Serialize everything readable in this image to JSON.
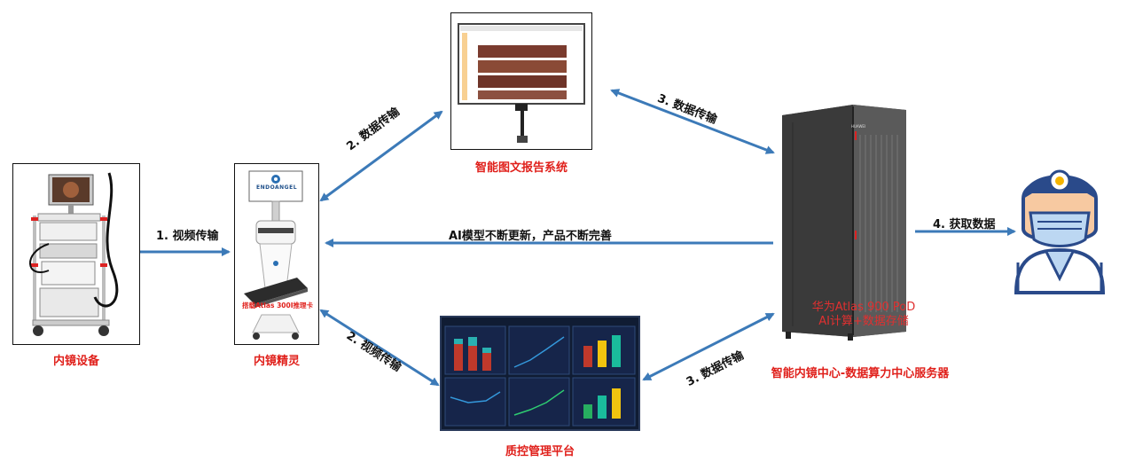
{
  "nodes": {
    "endoscope_device": {
      "caption": "内镜设备"
    },
    "endoscope_sprite": {
      "caption": "内镜精灵",
      "logo_text": "ENDOANGEL",
      "card_label": "搭载Atlas 300I推理卡"
    },
    "report_system": {
      "caption": "智能图文报告系统"
    },
    "qc_platform": {
      "caption": "质控管理平台"
    },
    "server": {
      "caption": "智能内镜中心-数据算力中心服务器",
      "overlay_line1": "华为Atlas 900 PoD",
      "overlay_line2": "AI计算+数据存储",
      "brand": "HUAWEI"
    }
  },
  "edges": {
    "video_transfer_1": "1. 视频传输",
    "data_transfer_2_top": "2. 数据传输",
    "video_transfer_2_bottom": "2. 视频传输",
    "data_transfer_3_top": "3. 数据传输",
    "data_transfer_3_bottom": "3. 数据传输",
    "get_data_4": "4. 获取数据",
    "model_update": "AI模型不断更新，产品不断完善"
  },
  "colors": {
    "arrow": "#3c7ab8",
    "caption": "#e0201b",
    "server_overlay": "#e03030",
    "server_body": "#3a3a3a"
  }
}
